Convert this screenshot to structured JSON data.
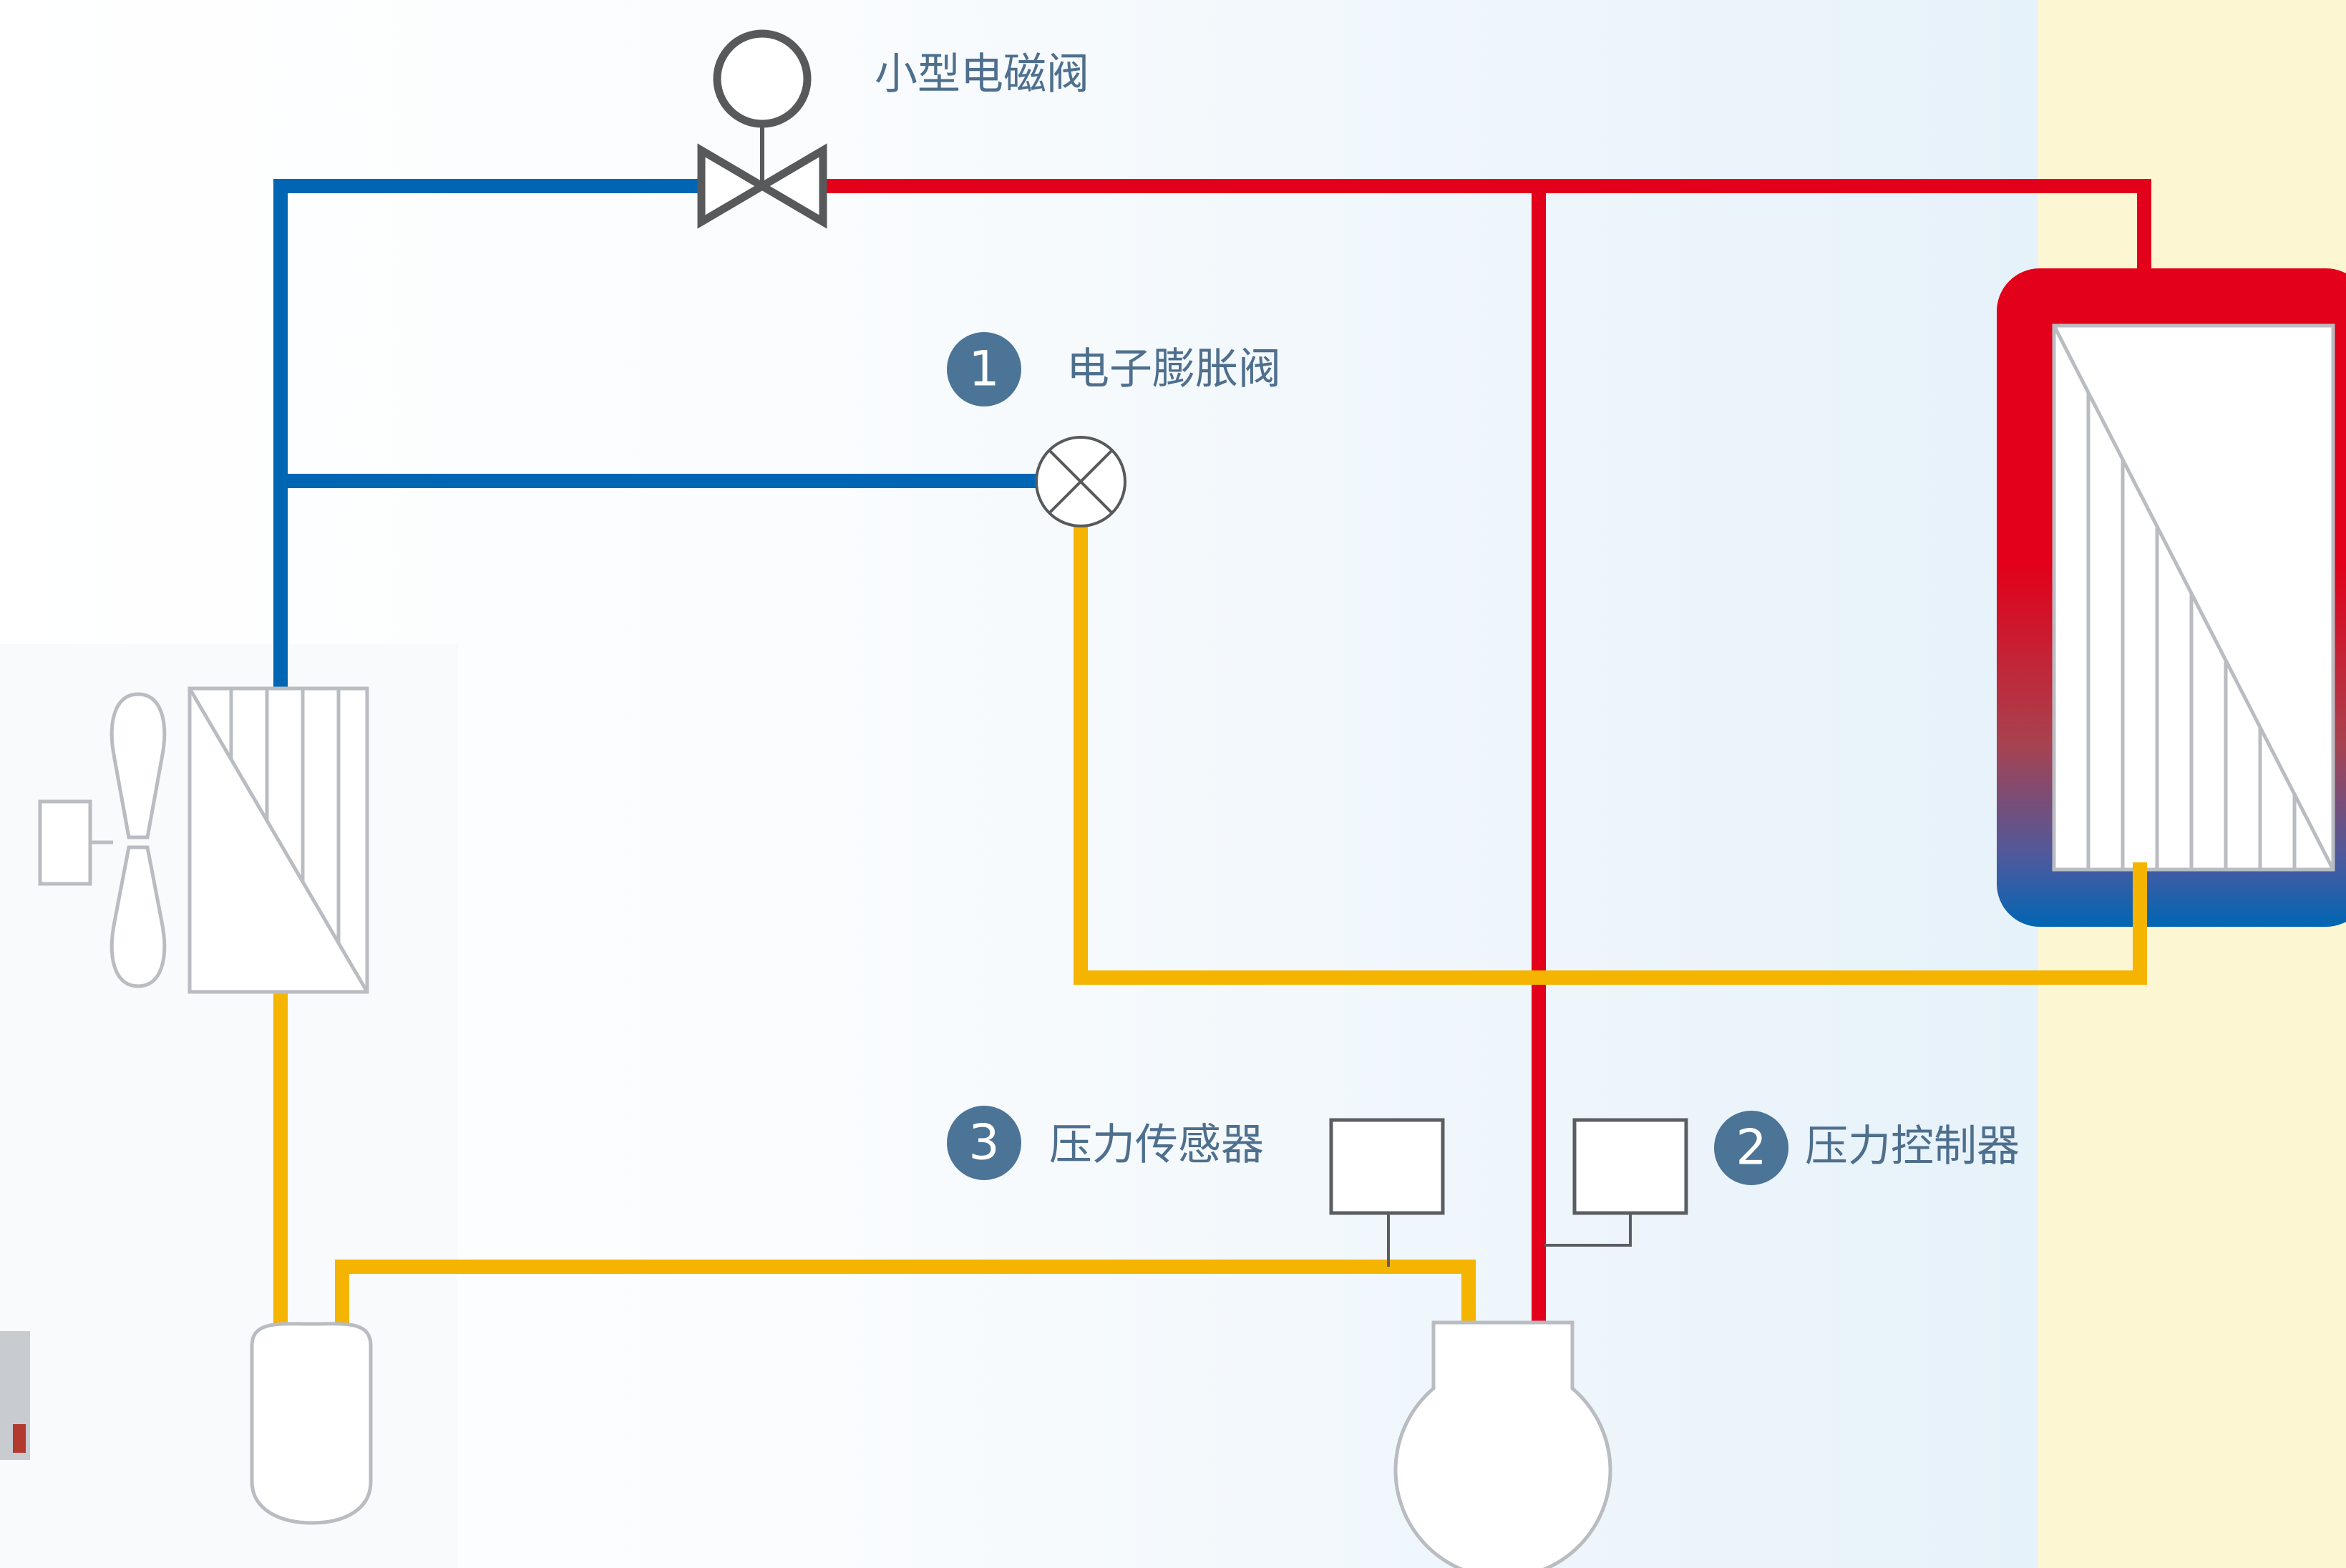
{
  "labels": {
    "solenoid_valve": "小型电磁阀",
    "expansion_valve": "电子膨胀阀",
    "pressure_sensor": "压力传感器",
    "pressure_controller": "压力控制器"
  },
  "badges": {
    "expansion_valve": "1",
    "pressure_controller": "2",
    "pressure_sensor": "3"
  },
  "colors": {
    "hot_gas_line": "#e2001a",
    "liquid_line": "#0066b3",
    "suction_line": "#f5b400",
    "badge": "#4b7497",
    "label_text": "#4e6f8d",
    "component_outline": "#b9bcc1",
    "right_band": "#fdf6d3"
  }
}
